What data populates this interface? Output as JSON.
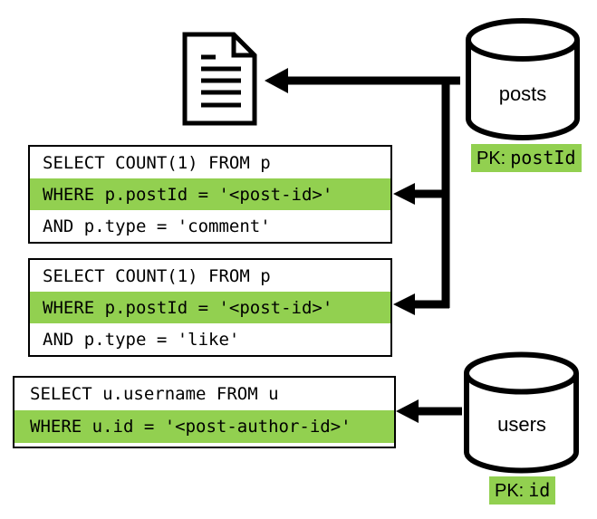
{
  "colors": {
    "highlight": "#92d050",
    "ink": "#000000",
    "background": "#ffffff"
  },
  "icons": {
    "document": "document-page-icon",
    "posts_db": "database-cylinder-icon",
    "users_db": "database-cylinder-icon",
    "arrows": "left-arrow-icon"
  },
  "queries": [
    {
      "rows": [
        {
          "text": "SELECT COUNT(1) FROM p",
          "highlighted": false
        },
        {
          "text": "WHERE p.postId = '<post-id>'",
          "highlighted": true
        },
        {
          "text": "AND p.type = 'comment'",
          "highlighted": false
        }
      ]
    },
    {
      "rows": [
        {
          "text": "SELECT COUNT(1) FROM p",
          "highlighted": false
        },
        {
          "text": "WHERE p.postId = '<post-id>'",
          "highlighted": true
        },
        {
          "text": "AND p.type = 'like'",
          "highlighted": false
        }
      ]
    },
    {
      "rows": [
        {
          "text": "SELECT u.username FROM u",
          "highlighted": false
        },
        {
          "text": "WHERE u.id = '<post-author-id>'",
          "highlighted": true
        }
      ]
    }
  ],
  "databases": [
    {
      "label": "posts",
      "pk_prefix": "PK:",
      "pk_field": "postId"
    },
    {
      "label": "users",
      "pk_prefix": "PK:",
      "pk_field": "id"
    }
  ]
}
